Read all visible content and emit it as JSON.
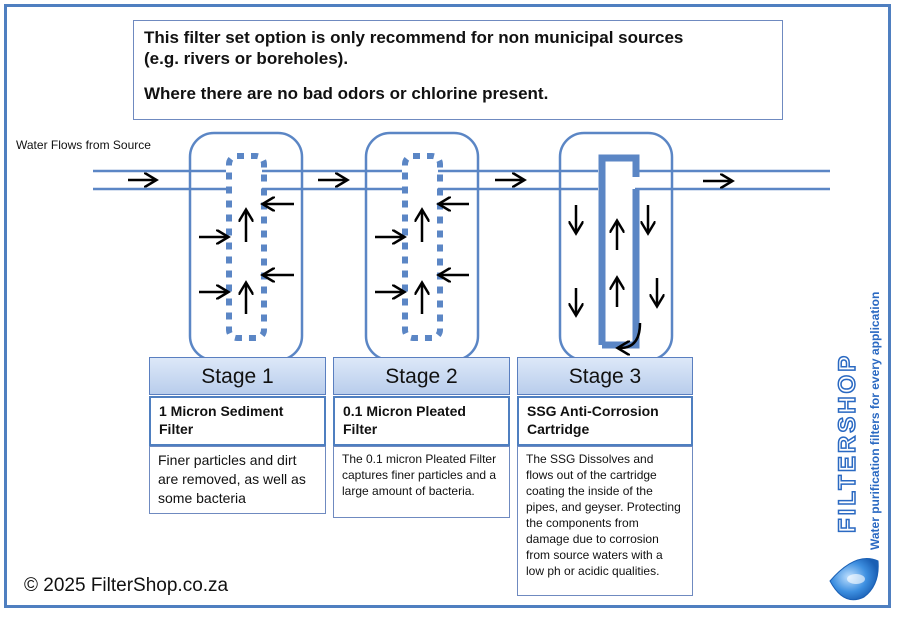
{
  "notice": {
    "line1": "This filter set option is only recommend for non municipal sources",
    "line2": "(e.g. rivers or boreholes).",
    "line3": "Where there are no bad odors or chlorine present."
  },
  "flow_label": "Water Flows from Source",
  "stages": [
    {
      "heading": "Stage 1",
      "name": "1 Micron Sediment Filter",
      "description": "Finer particles and dirt are removed, as well as some bacteria"
    },
    {
      "heading": "Stage 2",
      "name": "0.1 Micron Pleated Filter",
      "description": "The 0.1 micron Pleated Filter  captures finer particles and a large amount of bacteria."
    },
    {
      "heading": "Stage 3",
      "name": "SSG Anti-Corrosion Cartridge",
      "description": "The SSG Dissolves and flows out of the cartridge coating the inside of the pipes, and geyser. Protecting the components from damage due to corrosion from source waters with a low ph or acidic qualities."
    }
  ],
  "footer": {
    "copyright": "© 2025 FilterShop.co.za"
  },
  "brand": {
    "name": "FILTERSHOP",
    "tagline": "Water purification filters for every application",
    "color": "#2a69c2"
  },
  "colors": {
    "pipe": "#5b86c5",
    "frame": "#4f7fc0",
    "arrow": "#000000"
  },
  "icons": [
    "flow-arrow-icon",
    "water-drop-icon"
  ]
}
